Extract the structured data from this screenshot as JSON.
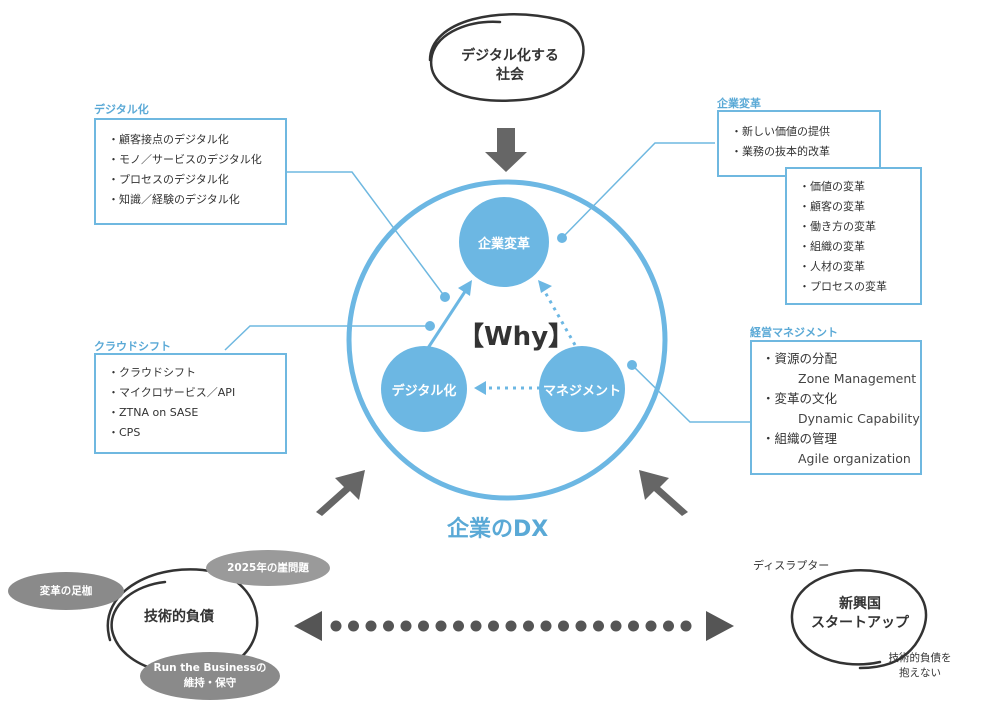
{
  "society": {
    "line1": "デジタル化する",
    "line2": "社会"
  },
  "center": {
    "why": "【Why】",
    "title": "企業のDX"
  },
  "nodes": {
    "corporate_change": "企業変革",
    "digitalization": "デジタル化",
    "management": "マネジメント"
  },
  "digital_box": {
    "title": "デジタル化",
    "items": [
      "顧客接点のデジタル化",
      "モノ／サービスのデジタル化",
      "プロセスのデジタル化",
      "知識／経験のデジタル化"
    ]
  },
  "cloud_box": {
    "title": "クラウドシフト",
    "items": [
      "クラウドシフト",
      "マイクロサービス／API",
      "ZTNA on SASE",
      "CPS"
    ]
  },
  "corporate_box": {
    "title": "企業変革",
    "items": [
      "新しい価値の提供",
      "業務の抜本的改革"
    ],
    "sub_items": [
      "価値の変革",
      "顧客の変革",
      "働き方の変革",
      "組織の変革",
      "人材の変革",
      "プロセスの変革"
    ]
  },
  "management_box": {
    "title": "経営マネジメント",
    "groups": [
      {
        "head": "資源の分配",
        "sub": "Zone Management"
      },
      {
        "head": "変革の文化",
        "sub": "Dynamic Capability"
      },
      {
        "head": "組織の管理",
        "sub": "Agile organization"
      }
    ]
  },
  "bottom_left": {
    "main": "技術的負債",
    "blob_2025": "2025年の崖問題",
    "blob_foundation": "変革の足枷",
    "blob_run_line1": "Run the Businessの",
    "blob_run_line2": "維持・保守"
  },
  "bottom_right": {
    "disrupter": "ディスラプター",
    "main_line1": "新興国",
    "main_line2": "スタートアップ",
    "note_line1": "技術的負債を",
    "note_line2": "抱えない"
  },
  "colors": {
    "accent": "#6cb7e3",
    "line": "#6fb8e0",
    "gray_arrow": "#666666",
    "blob": "#8a8a8a"
  }
}
